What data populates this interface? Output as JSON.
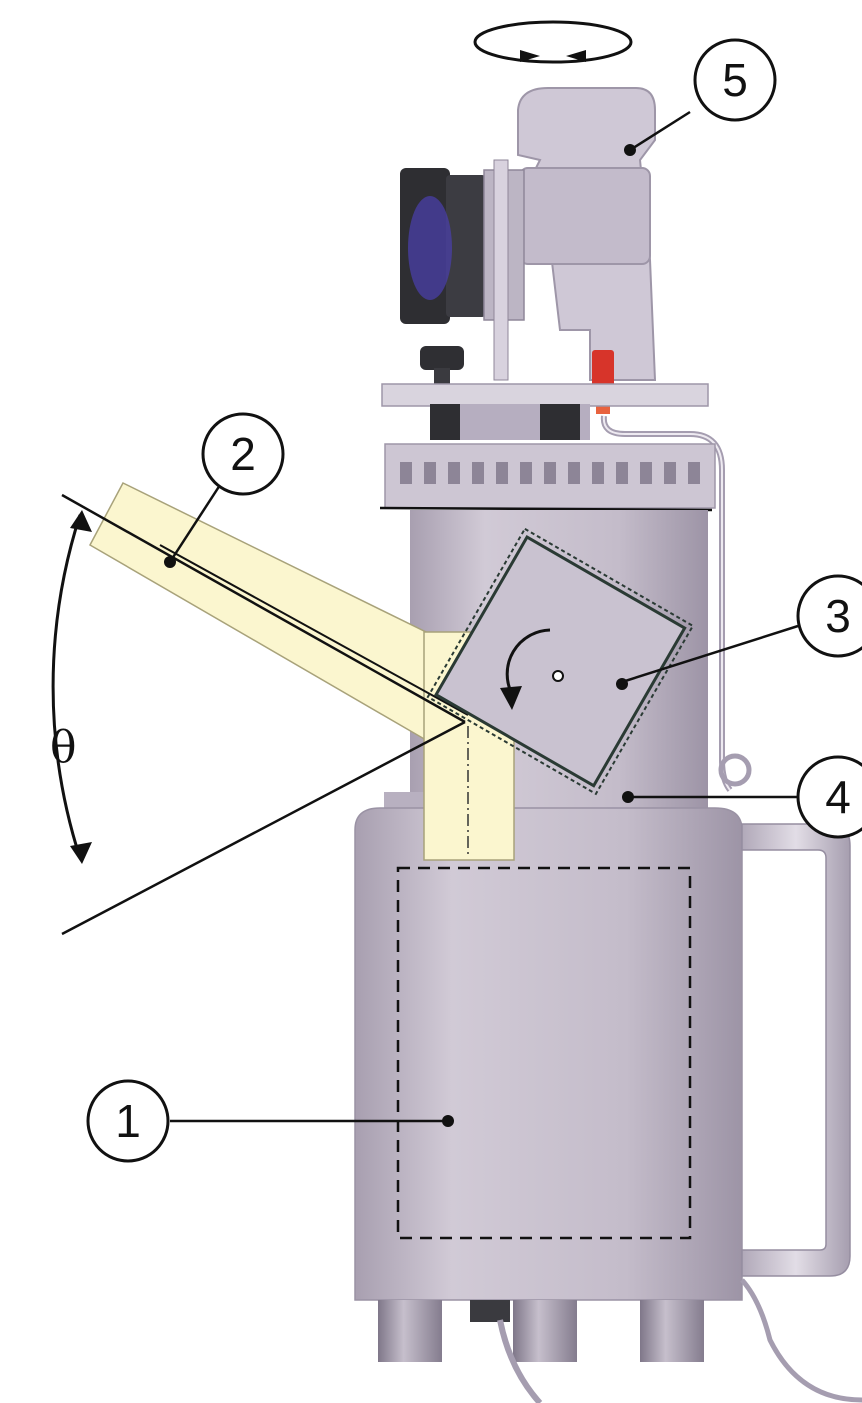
{
  "callouts": [
    {
      "id": "callout-1",
      "label": "1"
    },
    {
      "id": "callout-2",
      "label": "2"
    },
    {
      "id": "callout-3",
      "label": "3"
    },
    {
      "id": "callout-4",
      "label": "4"
    },
    {
      "id": "callout-5",
      "label": "5"
    }
  ],
  "angle_symbol": "θ",
  "colors": {
    "body": "#c7bfcd",
    "body_dark": "#a9a0b0",
    "beam": "#fbf6cf",
    "background": "#ffffff",
    "lens_accent": "#4a3fa8",
    "connector": "#d7342a",
    "ink": "#111111"
  },
  "icons": [
    "rotation-arrow-icon",
    "pivot-rotation-icon"
  ]
}
